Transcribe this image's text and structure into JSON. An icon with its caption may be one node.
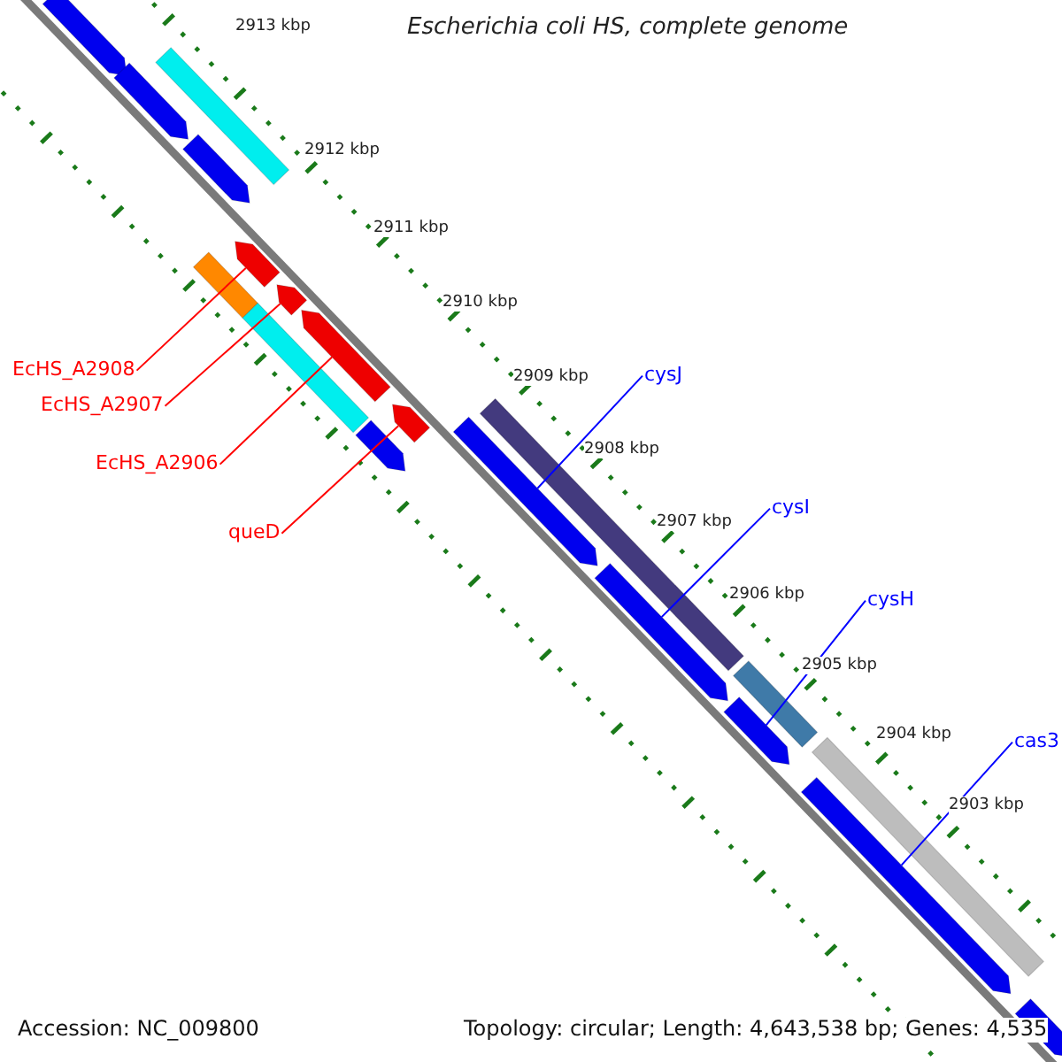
{
  "diagram": {
    "title": "Escherichia coli HS, complete genome",
    "nodes": [
      {
        "text": [
          "EcHS_A2908"
        ]
      },
      {
        "text": [
          "EcHS_A2907"
        ]
      },
      {
        "text": [
          "EcHS_A2906"
        ]
      },
      {
        "text": [
          "queD"
        ]
      },
      {
        "text": [
          "cysJ"
        ]
      },
      {
        "text": [
          "cysI"
        ]
      },
      {
        "text": [
          "cysH"
        ]
      },
      {
        "text": [
          "cas3"
        ]
      },
      {
        "text": [],
        "shape": "arrow"
      },
      {
        "text": [],
        "shape": "arrow"
      },
      {
        "text": [],
        "shape": "bar"
      },
      {
        "text": [],
        "shape": "arrow"
      },
      {
        "text": [],
        "shape": "bar"
      },
      {
        "text": [],
        "shape": "arrow"
      },
      {
        "text": [],
        "shape": "arrow"
      },
      {
        "text": [],
        "shape": "bar"
      },
      {
        "text": [],
        "shape": "arrow"
      },
      {
        "text": [],
        "shape": "arrow"
      },
      {
        "text": [],
        "shape": "arrow"
      },
      {
        "text": [],
        "shape": "arrow"
      },
      {
        "text": [],
        "shape": "bar"
      },
      {
        "text": [],
        "shape": "arrow"
      },
      {
        "text": [],
        "shape": "bar"
      },
      {
        "text": [],
        "shape": "arrow"
      },
      {
        "text": [],
        "shape": "bar"
      },
      {
        "text": [],
        "shape": "arrow"
      },
      {
        "text": [],
        "shape": "arrow"
      }
    ],
    "edges": [
      {
        "from": 0,
        "to": 13,
        "arrow": "none",
        "color": "#ff0000"
      },
      {
        "from": 1,
        "to": 14,
        "arrow": "none",
        "color": "#ff0000"
      },
      {
        "from": 2,
        "to": 16,
        "arrow": "none",
        "color": "#ff0000"
      },
      {
        "from": 3,
        "to": 18,
        "arrow": "none",
        "color": "#ff0000"
      },
      {
        "from": 4,
        "to": 19,
        "arrow": "none",
        "color": "#0000ff"
      },
      {
        "from": 5,
        "to": 21,
        "arrow": "none",
        "color": "#0000ff"
      },
      {
        "from": 6,
        "to": 23,
        "arrow": "none",
        "color": "#0000ff"
      },
      {
        "from": 7,
        "to": 25,
        "arrow": "none",
        "color": "#0000ff"
      }
    ],
    "labels": [
      "2913 kbp",
      "2912 kbp",
      "2911 kbp",
      "2910 kbp",
      "2909 kbp",
      "2908 kbp",
      "2907 kbp",
      "2906 kbp",
      "2905 kbp",
      "2904 kbp",
      "2903 kbp",
      "Accession: NC_009800",
      "Topology: circular; Length: 4,643,538 bp; Genes: 4,535"
    ]
  }
}
